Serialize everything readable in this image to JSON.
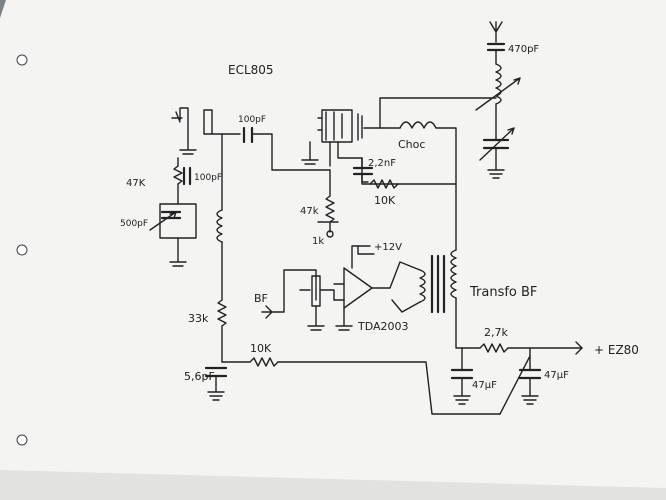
{
  "labels": {
    "tube": "ECL805",
    "c_antenna": "470pF",
    "c_grid": "100pF",
    "r_grid": "47K",
    "c_grid2": "100pF",
    "c_tank": "500pF",
    "choke": "Choc",
    "c_22": "2,2nF",
    "r_10k_top": "10K",
    "r_47k_cathode": "47k",
    "r_1k": "1k",
    "supply_12v": "+12V",
    "bf_input": "BF",
    "amp_chip": "TDA2003",
    "transformer": "Transfo BF",
    "r_33k": "33k",
    "c_56": "5,6pF",
    "r_10k_bottom": "10K",
    "r_27k": "2,7k",
    "supply_ez80": "+ EZ80",
    "c_47_left": "47µF",
    "c_47_right": "47µF"
  }
}
